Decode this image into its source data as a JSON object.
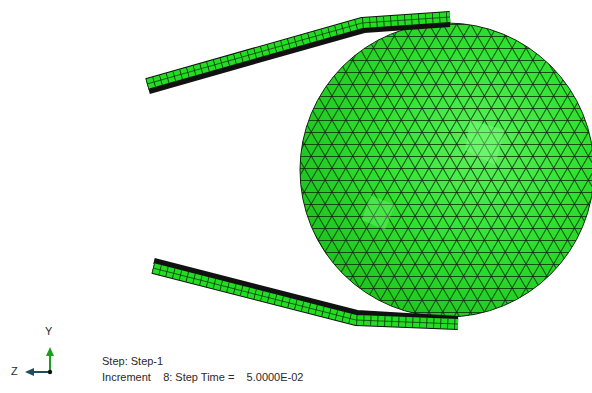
{
  "diagram": {
    "labels": [
      "Y",
      "Z",
      "Step: Step-1",
      "Increment    8: Step Time =    5.0000E-02"
    ]
  }
}
